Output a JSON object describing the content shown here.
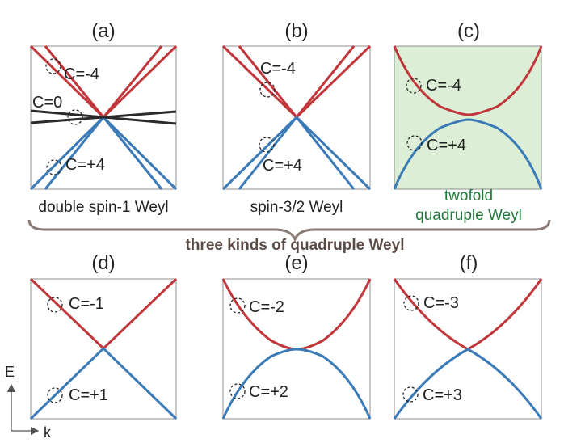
{
  "colors": {
    "upper_band": "#c0363a",
    "lower_band": "#3a7ab8",
    "flat_band": "#2a2a2a",
    "panel_fill_c": "#dcefd6",
    "caption_green": "#1f7a3a",
    "brace": "#8a7b74",
    "brace_label": "#5a4a44",
    "frame": "#8c8c8c"
  },
  "panels": [
    {
      "id": "a",
      "label": "(a)",
      "caption": "double spin-1 Weyl",
      "chern_upper": "C=-4",
      "chern_lower": "C=+4",
      "chern_flat": "C=0"
    },
    {
      "id": "b",
      "label": "(b)",
      "caption": "spin-3/2 Weyl",
      "chern_upper": "C=-4",
      "chern_lower": "C=+4"
    },
    {
      "id": "c",
      "label": "(c)",
      "caption_line1": "twofold",
      "caption_line2": "quadruple Weyl",
      "chern_upper": "C=-4",
      "chern_lower": "C=+4"
    },
    {
      "id": "d",
      "label": "(d)",
      "chern_upper": "C=-1",
      "chern_lower": "C=+1"
    },
    {
      "id": "e",
      "label": "(e)",
      "chern_upper": "C=-2",
      "chern_lower": "C=+2"
    },
    {
      "id": "f",
      "label": "(f)",
      "chern_upper": "C=-3",
      "chern_lower": "C=+3"
    }
  ],
  "brace_label": "three kinds of quadruple Weyl",
  "axes": {
    "energy": "E",
    "momentum": "k"
  }
}
